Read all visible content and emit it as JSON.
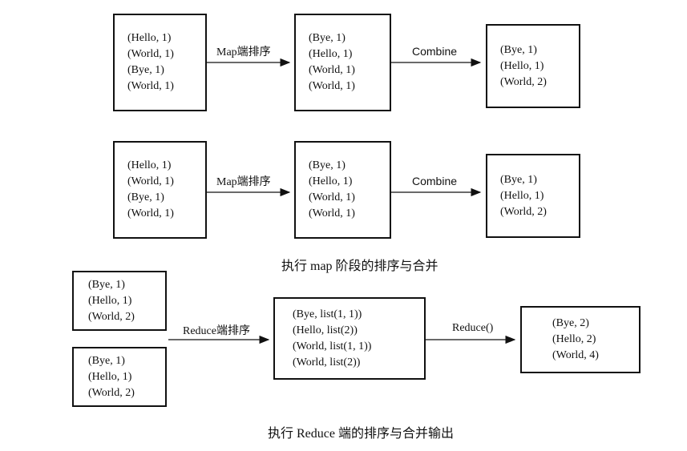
{
  "map_phase": {
    "row1": {
      "input_lines": [
        "(Hello, 1)",
        "(World, 1)",
        "(Bye, 1)",
        "(World, 1)"
      ],
      "sort_label": "Map端排序",
      "sorted_lines": [
        "(Bye, 1)",
        "(Hello, 1)",
        "(World, 1)",
        "(World, 1)"
      ],
      "combine_label": "Combine",
      "combined_lines": [
        "(Bye, 1)",
        "(Hello, 1)",
        "(World, 2)"
      ]
    },
    "row2": {
      "input_lines": [
        "(Hello, 1)",
        "(World, 1)",
        "(Bye, 1)",
        "(World, 1)"
      ],
      "sort_label": "Map端排序",
      "sorted_lines": [
        "(Bye, 1)",
        "(Hello, 1)",
        "(World, 1)",
        "(World, 1)"
      ],
      "combine_label": "Combine",
      "combined_lines": [
        "(Bye, 1)",
        "(Hello, 1)",
        "(World, 2)"
      ]
    },
    "caption": "执行 map 阶段的排序与合并"
  },
  "reduce_phase": {
    "input_a_lines": [
      "(Bye, 1)",
      "(Hello, 1)",
      "(World, 2)"
    ],
    "input_b_lines": [
      "(Bye, 1)",
      "(Hello, 1)",
      "(World, 2)"
    ],
    "sort_label": "Reduce端排序",
    "grouped_lines": [
      "(Bye, list(1, 1))",
      "(Hello, list(2))",
      "(World, list(1, 1))",
      "(World, list(2))"
    ],
    "reduce_label": "Reduce()",
    "output_lines": [
      "(Bye, 2)",
      "(Hello, 2)",
      "(World, 4)"
    ],
    "caption": "执行 Reduce 端的排序与合并输出"
  }
}
